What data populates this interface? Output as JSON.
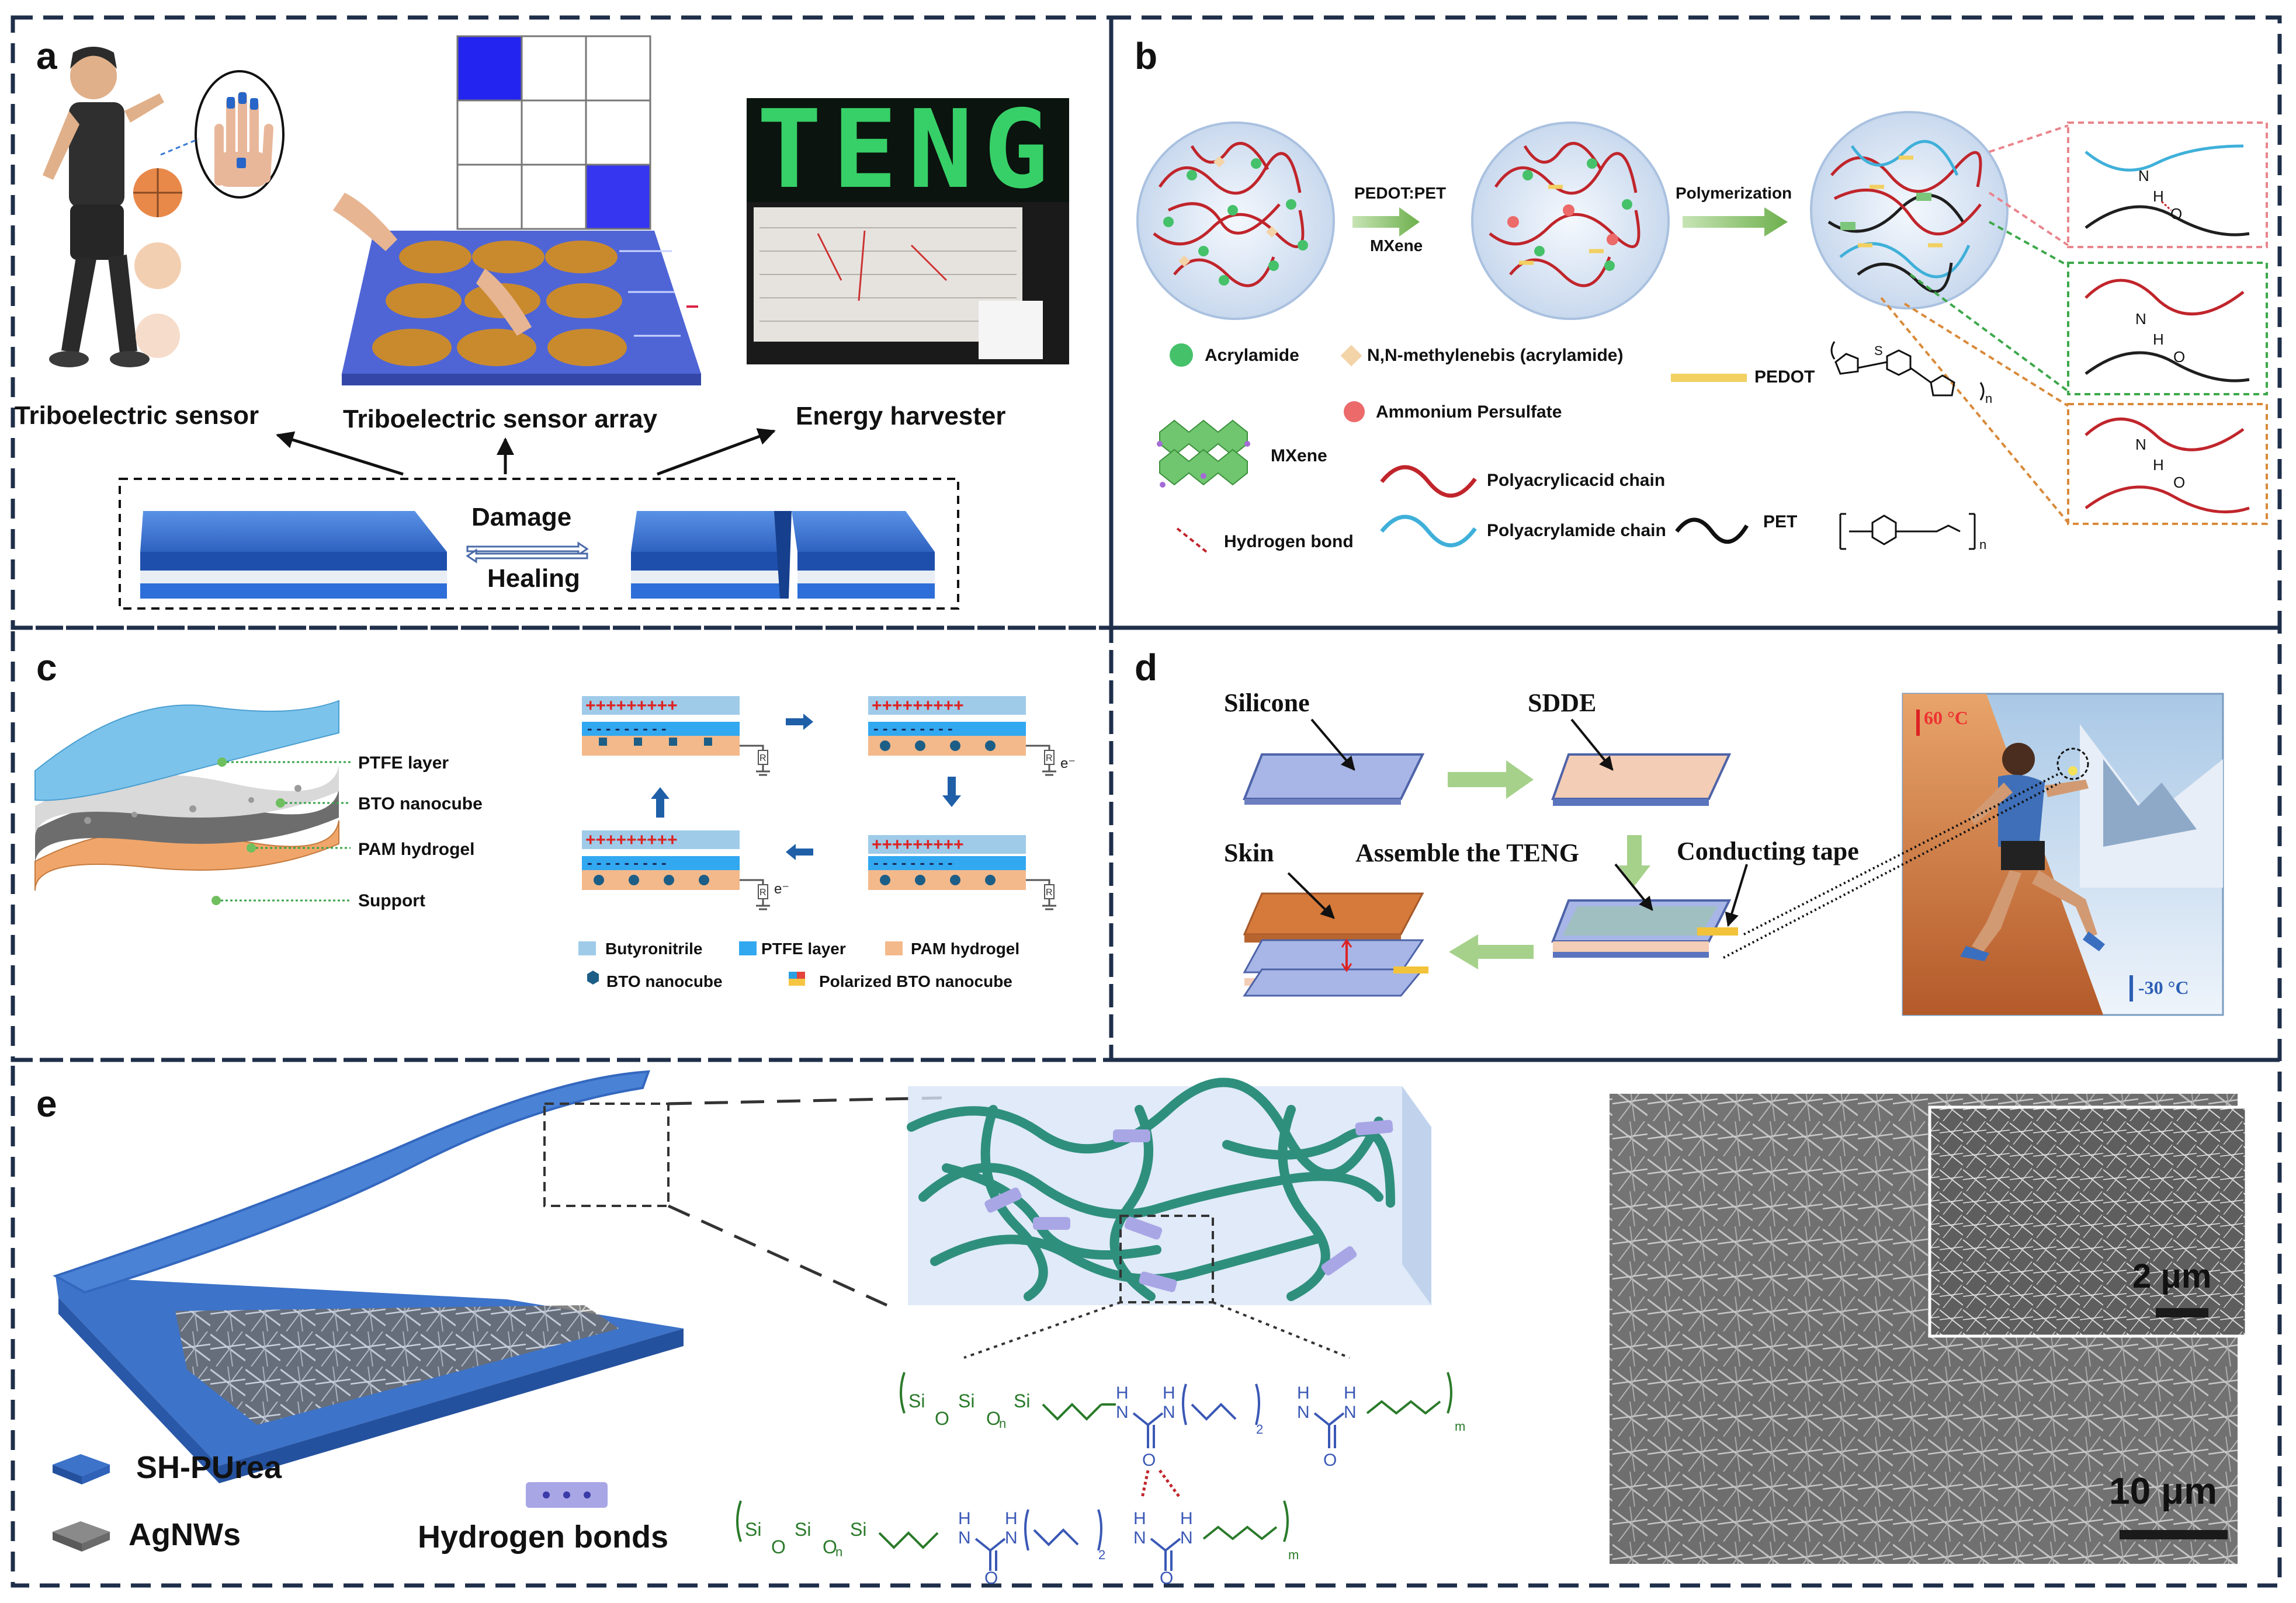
{
  "panels": {
    "a": {
      "letter": "a",
      "labels": {
        "sensor": "Triboelectric sensor",
        "array": "Triboelectric sensor array",
        "harvester": "Energy harvester",
        "damage": "Damage",
        "healing": "Healing",
        "teng_display": "TENG"
      },
      "grid_cells_lit": [
        1,
        9
      ]
    },
    "b": {
      "letter": "b",
      "step1": [
        "PEDOT:PET",
        "MXene"
      ],
      "step2": "Polymerization",
      "legend": {
        "acrylamide": "Acrylamide",
        "crosslinker": "N,N-methylenebis (acrylamide)",
        "aps": "Ammonium Persulfate",
        "pedot": "PEDOT",
        "mxene": "MXene",
        "paa": "Polyacrylicacid chain",
        "pam": "Polyacrylamide chain",
        "hbond": "Hydrogen bond",
        "pet": "PET"
      },
      "chem": {
        "N": "N",
        "H": "H",
        "O": "O",
        "S": "S",
        "n": "n"
      }
    },
    "c": {
      "letter": "c",
      "layers": [
        "PTFE layer",
        "BTO nanocube",
        "PAM hydrogel",
        "Support"
      ],
      "legend": [
        "Butyronitrile",
        "PTFE layer",
        "PAM hydrogel",
        "BTO nanocube",
        "Polarized BTO nanocube"
      ],
      "charges_plus": "+++++++++",
      "charges_minus": "- - - - - - - - -",
      "resistor": "R",
      "electron": "e⁻"
    },
    "d": {
      "letter": "d",
      "silicone": "Silicone",
      "sdde": "SDDE",
      "skin": "Skin",
      "assemble": "Assemble the TENG",
      "tape": "Conducting tape",
      "temp_hot": "60 °C",
      "temp_cold": "-30 °C"
    },
    "e": {
      "letter": "e",
      "legend": {
        "shpurea": "SH-PUrea",
        "agnws": "AgNWs",
        "hbonds": "Hydrogen bonds"
      },
      "scale_inset": "2 μm",
      "scale_main": "10 μm",
      "chem": {
        "si": "Si",
        "o": "O",
        "n": "n",
        "m": "m",
        "two": "2",
        "N": "N",
        "H": "H"
      }
    }
  },
  "colors": {
    "panel_border": "#1f2f4a",
    "device_blue": "#3d73c9",
    "green_arrow": "#8cc56b",
    "polymer_teal": "#2f8f7d",
    "cell_blue": "#2424f0"
  }
}
